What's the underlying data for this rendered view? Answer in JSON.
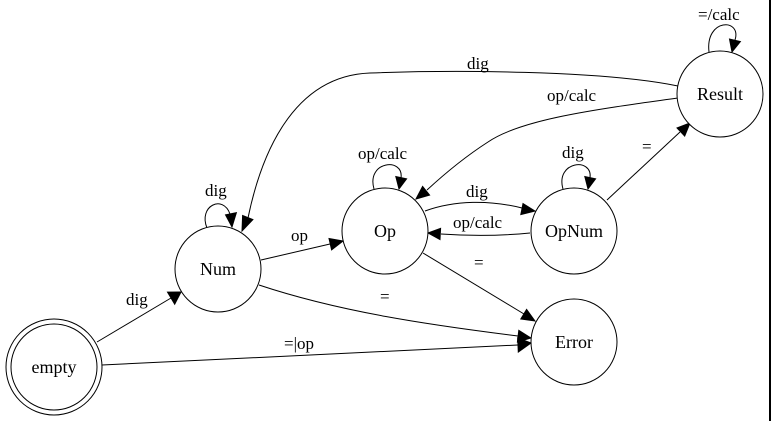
{
  "states": {
    "empty": "empty",
    "num": "Num",
    "op": "Op",
    "opnum": "OpNum",
    "result": "Result",
    "error": "Error"
  },
  "edges": {
    "empty_to_num": "dig",
    "empty_to_error": "=|op",
    "num_loop": "dig",
    "num_to_op": "op",
    "num_to_error": "=",
    "op_loop": "op/calc",
    "op_to_opnum": "dig",
    "opnum_to_op": "op/calc",
    "op_to_error": "=",
    "opnum_loop": "dig",
    "opnum_to_result": "=",
    "result_loop": "=/calc",
    "result_to_num": "dig",
    "result_to_op": "op/calc"
  }
}
